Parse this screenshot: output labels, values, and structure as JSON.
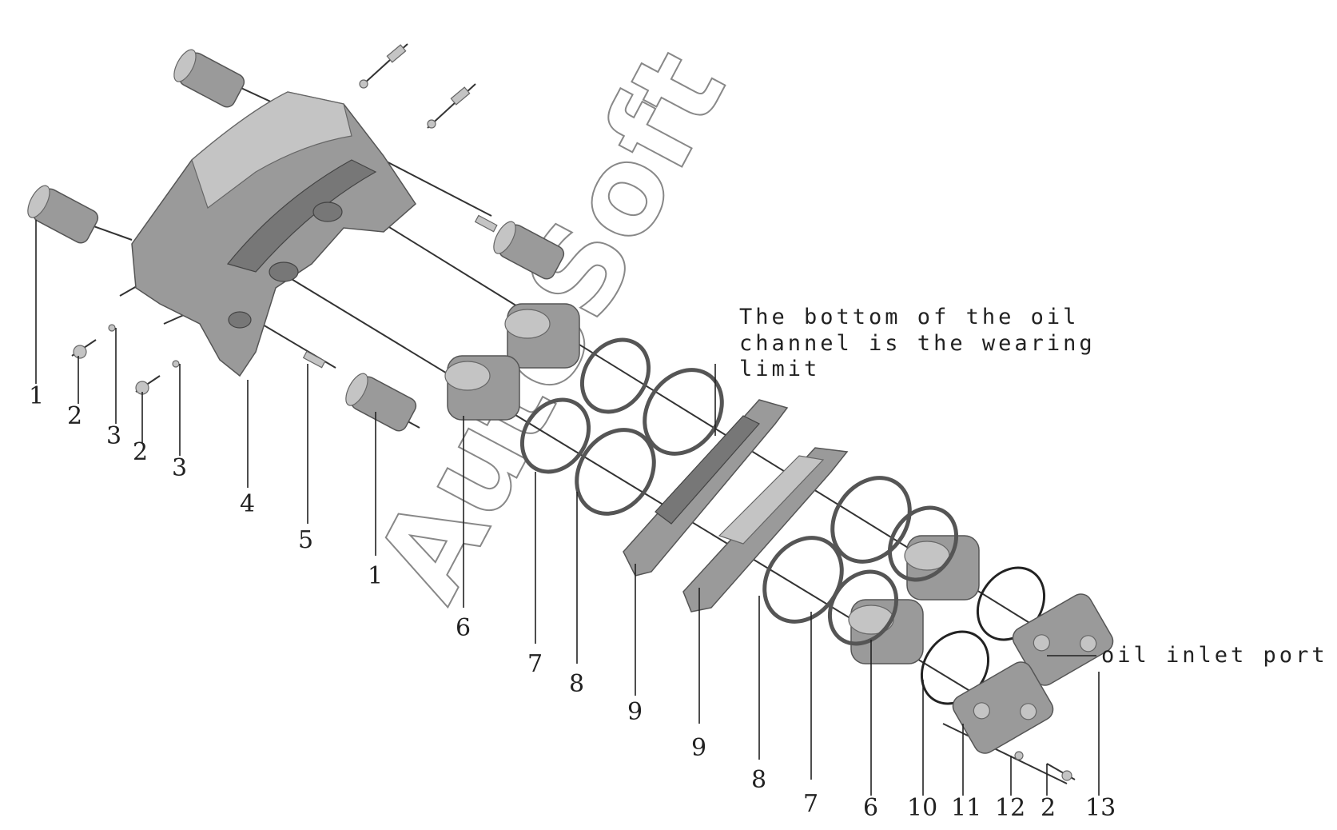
{
  "watermark": "AutoSoft",
  "annotations": {
    "wear_limit_line1": "The bottom of the oil",
    "wear_limit_line2": "channel is the wearing",
    "wear_limit_line3": "limit",
    "oil_inlet": "oil inlet port"
  },
  "callouts": {
    "c1a": "1",
    "c2a": "2",
    "c3a": "3",
    "c2b": "2",
    "c3b": "3",
    "c4": "4",
    "c5": "5",
    "c1b": "1",
    "c6a": "6",
    "c7a": "7",
    "c8a": "8",
    "c9a": "9",
    "c9b": "9",
    "c8b": "8",
    "c7b": "7",
    "c6b": "6",
    "c10": "10",
    "c11": "11",
    "c12": "12",
    "c2c": "2",
    "c13": "13"
  }
}
